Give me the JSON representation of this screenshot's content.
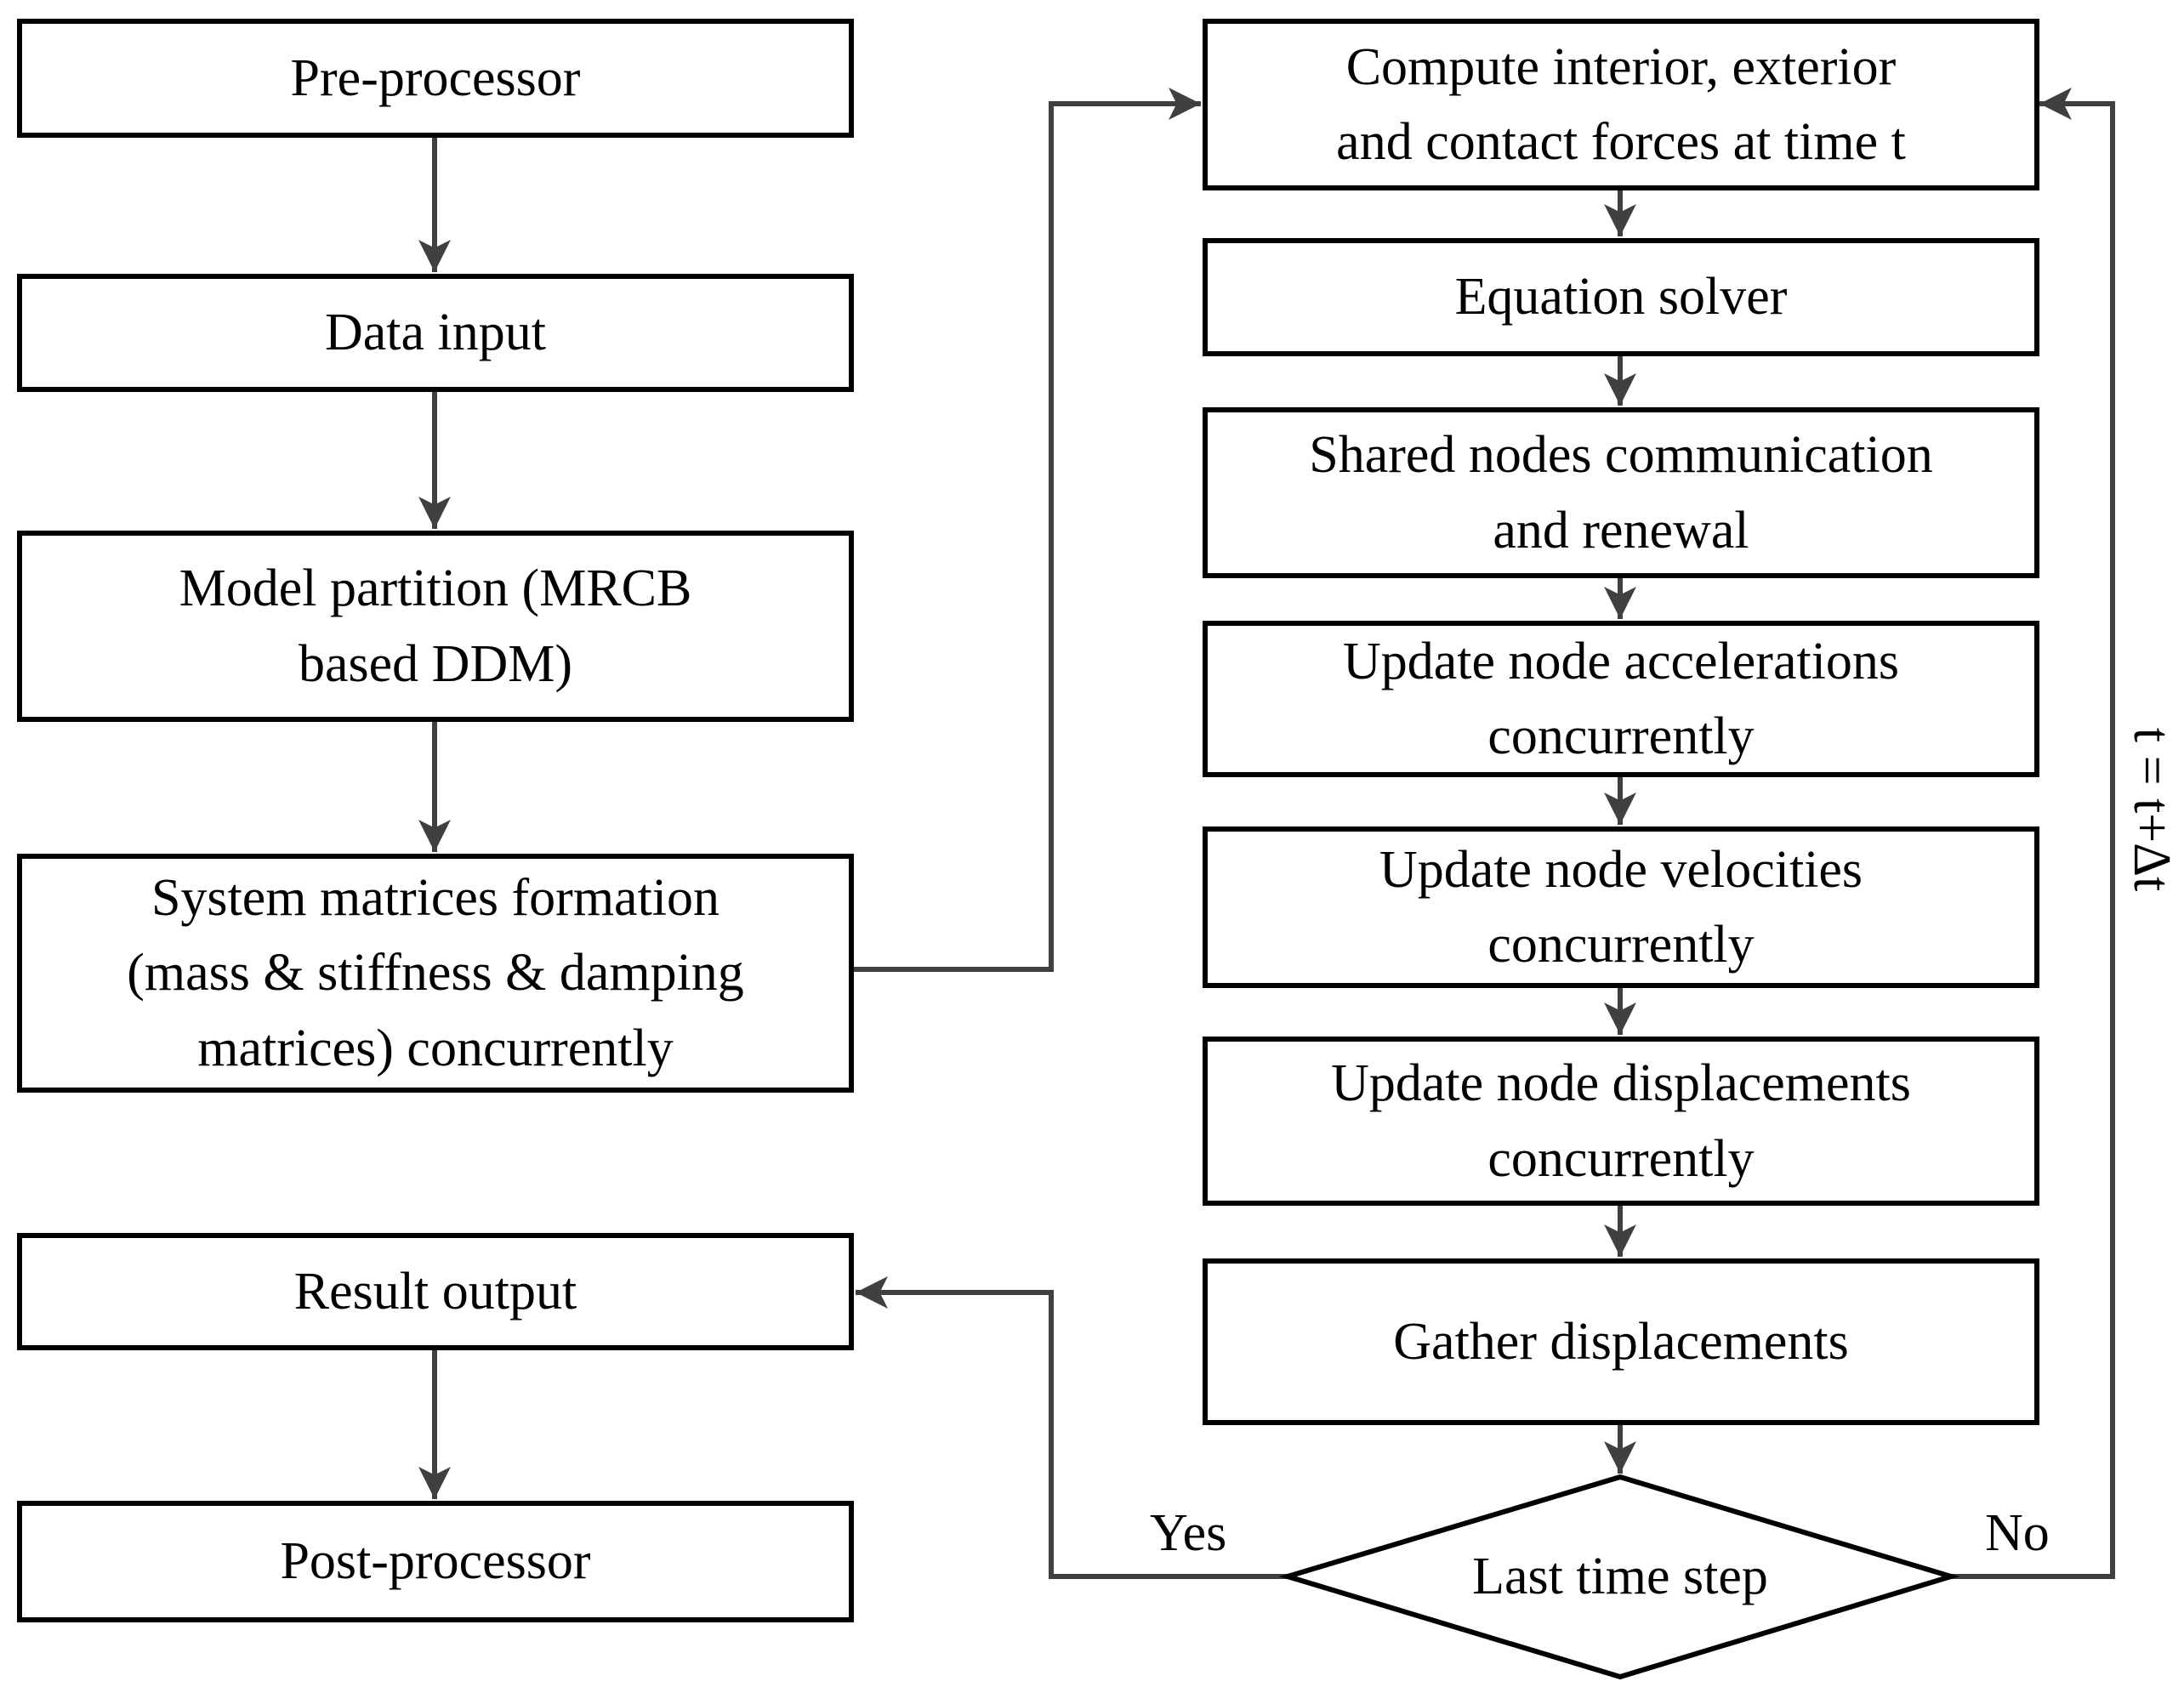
{
  "left_column": {
    "pre_processor": "Pre-processor",
    "data_input": "Data input",
    "model_partition_1": "Model partition (MRCB",
    "model_partition_2": "based DDM)",
    "system_matrices_1": "System matrices formation",
    "system_matrices_2": "(mass & stiffness & damping",
    "system_matrices_3": "matrices) concurrently",
    "result_output": "Result output",
    "post_processor": "Post-processor"
  },
  "right_column": {
    "compute_forces_1": "Compute interior, exterior",
    "compute_forces_2": "and contact forces at time t",
    "equation_solver": "Equation solver",
    "shared_nodes_1": "Shared nodes communication",
    "shared_nodes_2": "and renewal",
    "update_accelerations_1": "Update node accelerations",
    "update_accelerations_2": "concurrently",
    "update_velocities_1": "Update node velocities",
    "update_velocities_2": "concurrently",
    "update_displacements_1": "Update node displacements",
    "update_displacements_2": "concurrently",
    "gather_displacements": "Gather displacements",
    "decision": "Last time step"
  },
  "edge_labels": {
    "yes": "Yes",
    "no": "No",
    "time_increment": "t = t+Δt"
  },
  "colors": {
    "box_border": "#000000",
    "connector": "#404040",
    "text": "#000000",
    "background": "#ffffff"
  }
}
